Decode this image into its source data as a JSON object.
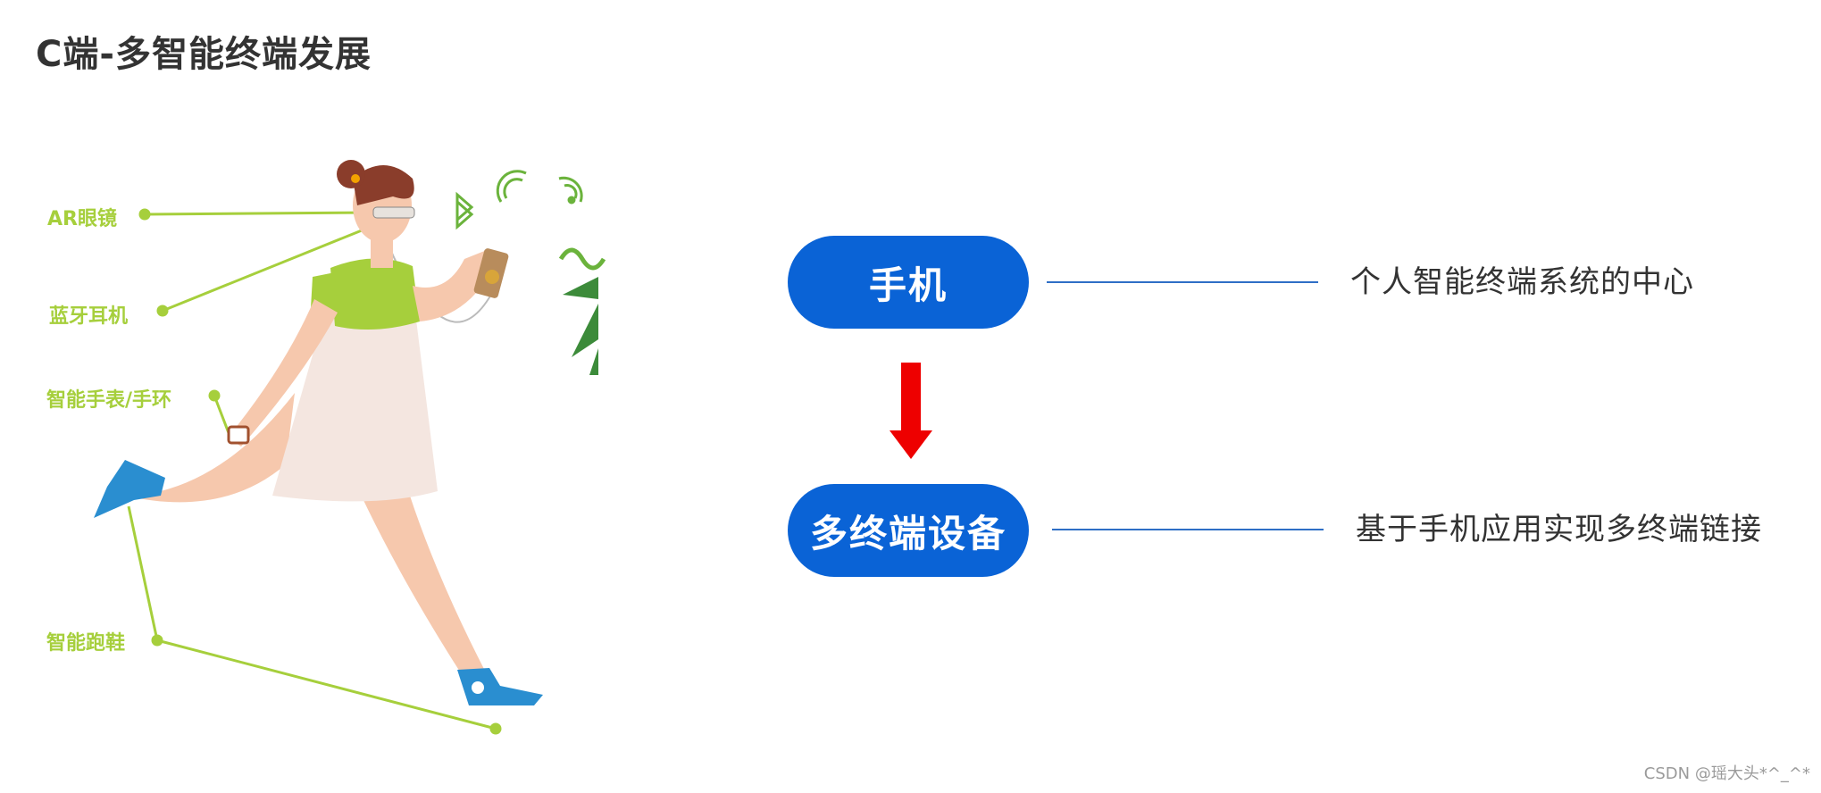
{
  "title": "C端-多智能终端发展",
  "callouts": {
    "ar_glasses": "AR眼镜",
    "bluetooth_earphone": "蓝牙耳机",
    "smart_watch": "智能手表/手环",
    "smart_shoes": "智能跑鞋"
  },
  "flow": {
    "top_node": "手机",
    "top_desc": "个人智能终端系统的中心",
    "bottom_node": "多终端设备",
    "bottom_desc": "基于手机应用实现多终端链接"
  },
  "watermark": "CSDN @瑶大头*^_^*",
  "colors": {
    "pill": "#0a63d6",
    "connector": "#2f6fc6",
    "arrow": "#ee0000",
    "callout": "#a6cf3c"
  },
  "icons": [
    "bluetooth-icon",
    "wifi-signal-icon",
    "nfc-icon",
    "smartphone-icon",
    "sunburst-icon"
  ]
}
